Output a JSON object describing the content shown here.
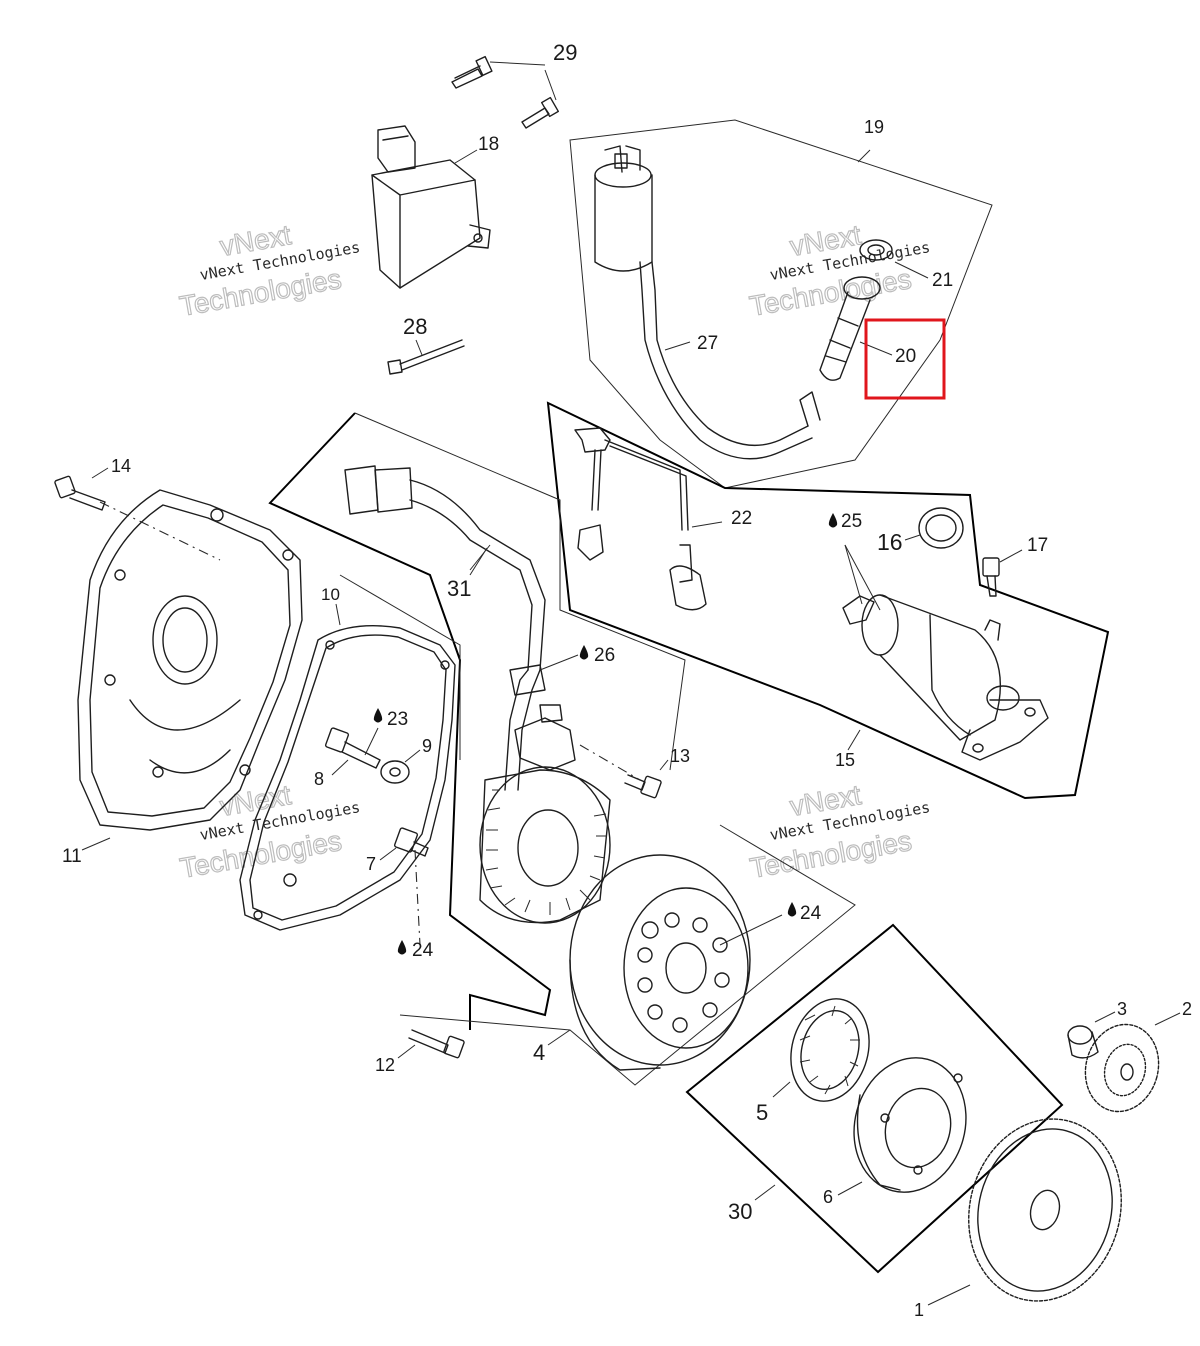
{
  "diagram": {
    "watermark": {
      "line1": "vNext Technologies",
      "line2": "vNext",
      "line3": "Technologies"
    },
    "highlight": {
      "part": "20",
      "color": "#e0161c"
    },
    "labels": {
      "p1": "1",
      "p2": "2",
      "p3": "3",
      "p4": "4",
      "p5": "5",
      "p6": "6",
      "p7": "7",
      "p8": "8",
      "p9": "9",
      "p10": "10",
      "p11": "11",
      "p12": "12",
      "p13": "13",
      "p14": "14",
      "p15": "15",
      "p16": "16",
      "p17": "17",
      "p18": "18",
      "p19": "19",
      "p20": "20",
      "p21": "21",
      "p22": "22",
      "p23": "23",
      "p24a": "24",
      "p24b": "24",
      "p25": "25",
      "p26": "26",
      "p27": "27",
      "p28": "28",
      "p29": "29",
      "p30": "30",
      "p31": "31"
    }
  }
}
